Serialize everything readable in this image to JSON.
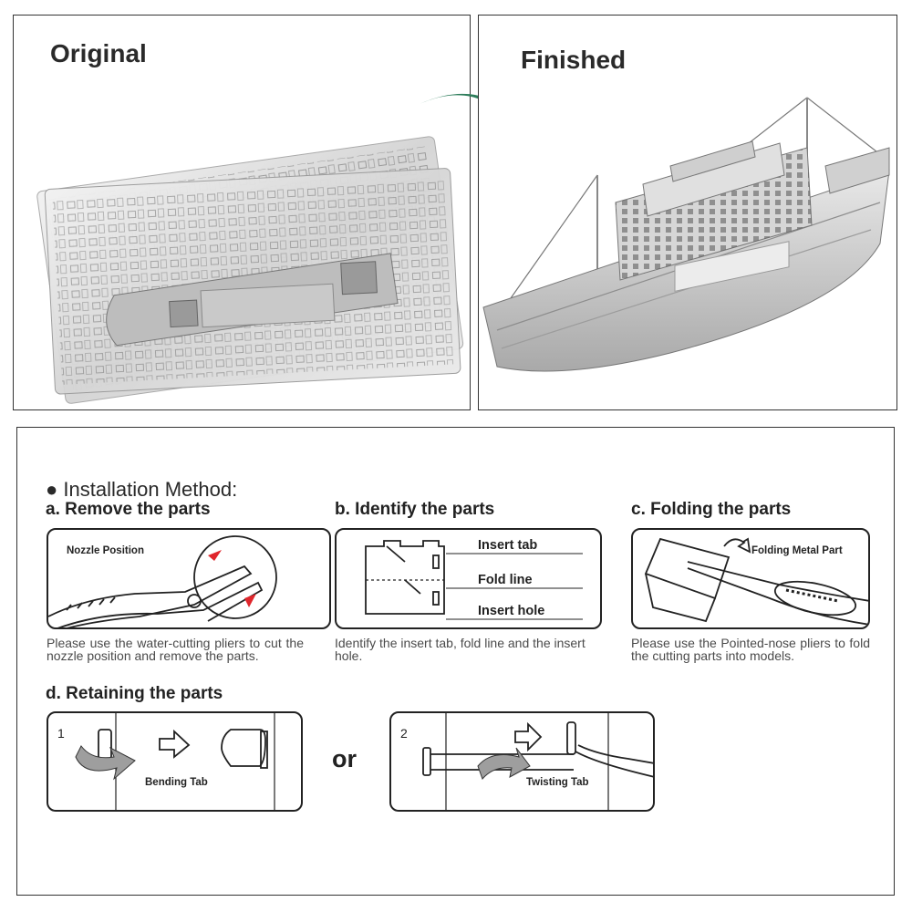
{
  "top": {
    "original_title": "Original",
    "finished_title": "Finished"
  },
  "method": {
    "heading": "● Installation Method:",
    "steps": [
      {
        "title": "a. Remove the parts",
        "label": "Nozzle Position",
        "desc": "Please use the water-cutting pliers to cut the nozzle position and remove the parts."
      },
      {
        "title": "b. Identify the parts",
        "labels": [
          "Insert tab",
          "Fold line",
          "Insert hole"
        ],
        "desc": "Identify the insert tab, fold line and the insert hole."
      },
      {
        "title": "c. Folding the parts",
        "label": "Folding Metal Part",
        "desc": "Please use the Pointed-nose pliers to fold the cutting parts into models."
      },
      {
        "title": "d. Retaining the parts",
        "box1_number": "1",
        "box1_label": "Bending Tab",
        "separator": "or",
        "box2_number": "2",
        "box2_label": "Twisting Tab"
      }
    ]
  },
  "colors": {
    "arrow": "#2e7d5b",
    "accent_red": "#e0262c",
    "panel_border": "#333333"
  },
  "icons": [
    "ship-icon",
    "metal-sheet-icon",
    "curved-arrow-icon",
    "pliers-icon",
    "right-arrow-icon"
  ]
}
